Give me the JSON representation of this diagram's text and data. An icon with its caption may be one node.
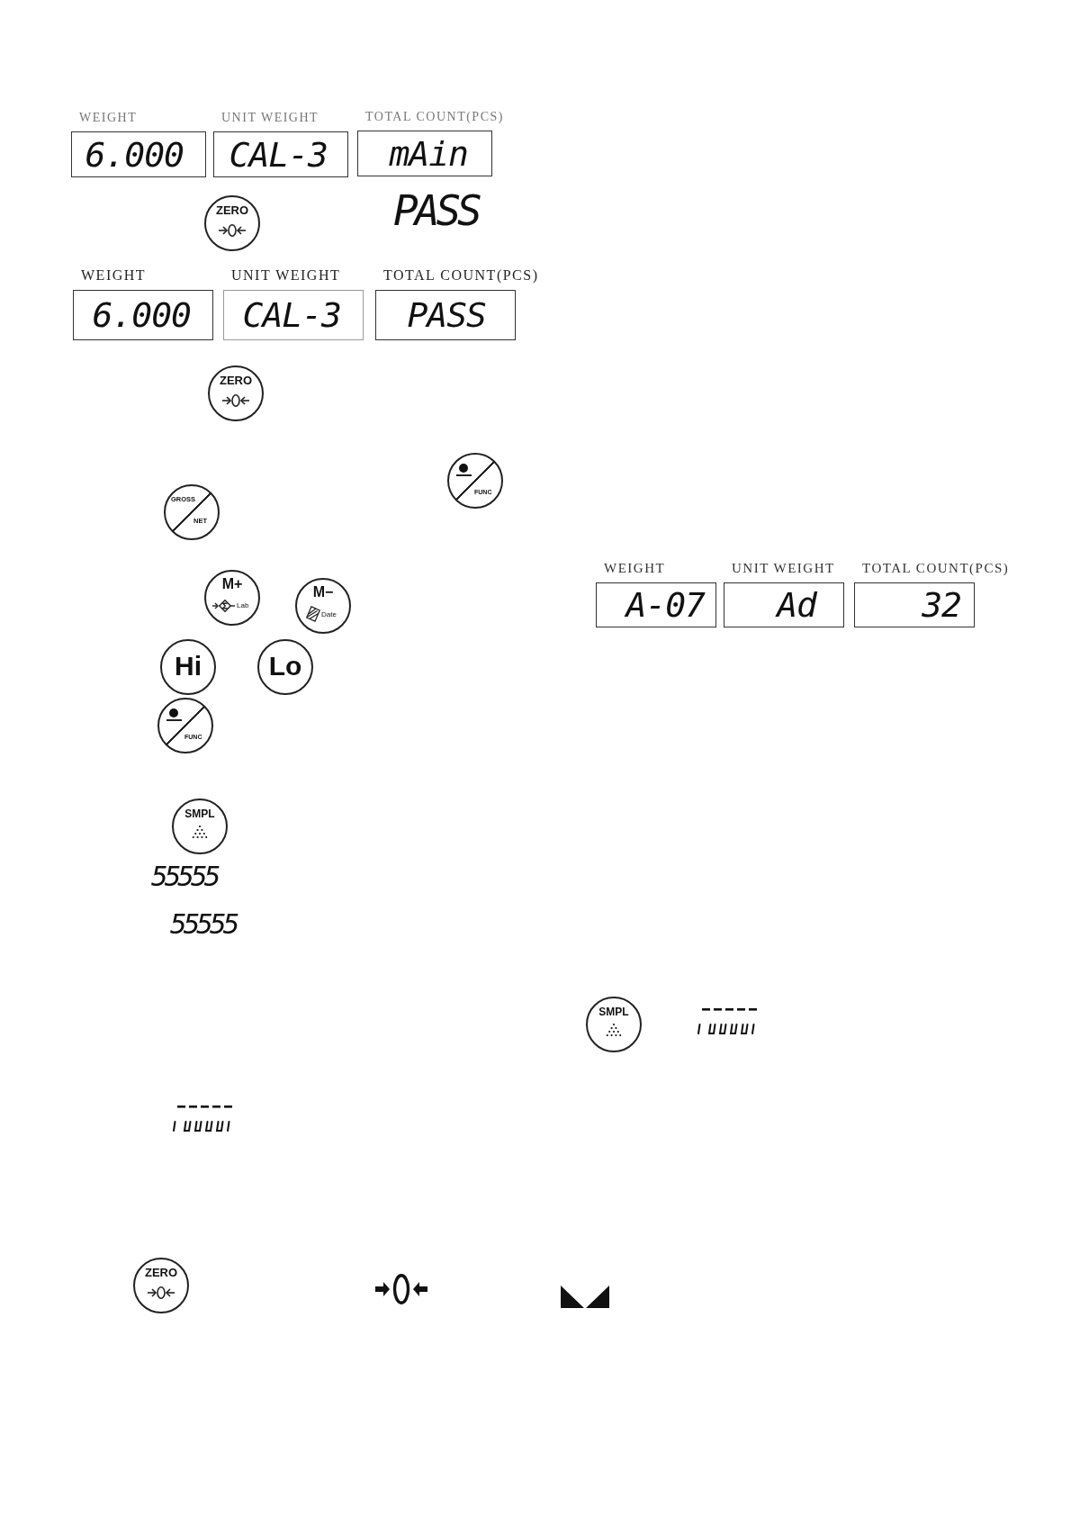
{
  "diagram": {
    "nodes": [
      {
        "text": [
          "WEIGHT",
          "6.000"
        ]
      },
      {
        "text": [
          "UNIT WEIGHT",
          "CAL-3"
        ]
      },
      {
        "text": [
          "TOTAL COUNT(PCS)",
          "mAin"
        ]
      },
      {
        "text": [
          "ZERO"
        ]
      },
      {
        "text": [
          "WEIGHT",
          "6.000"
        ]
      },
      {
        "text": [
          "UNIT WEIGHT",
          "CAL-3"
        ]
      },
      {
        "text": [
          "TOTAL COUNT(PCS)",
          "PASS"
        ]
      },
      {
        "text": [
          "ZERO"
        ]
      },
      {
        "text": [
          "FUNC"
        ]
      },
      {
        "text": [
          "GROSS",
          "NET"
        ]
      },
      {
        "text": [
          "WEIGHT",
          "A-07"
        ]
      },
      {
        "text": [
          "UNIT WEIGHT",
          "Ad"
        ]
      },
      {
        "text": [
          "TOTAL COUNT(PCS)",
          "32"
        ]
      },
      {
        "text": [
          "M+",
          "Lab"
        ]
      },
      {
        "text": [
          "M−",
          "Date"
        ]
      },
      {
        "text": [
          "Hi"
        ]
      },
      {
        "text": [
          "Lo"
        ]
      },
      {
        "text": [
          "FUNC"
        ]
      },
      {
        "text": [
          "SMPL"
        ]
      },
      {
        "text": [
          "SMPL"
        ]
      },
      {
        "text": [
          "ZERO"
        ]
      }
    ],
    "labels": [
      "PASS",
      "55555",
      "55555"
    ]
  }
}
